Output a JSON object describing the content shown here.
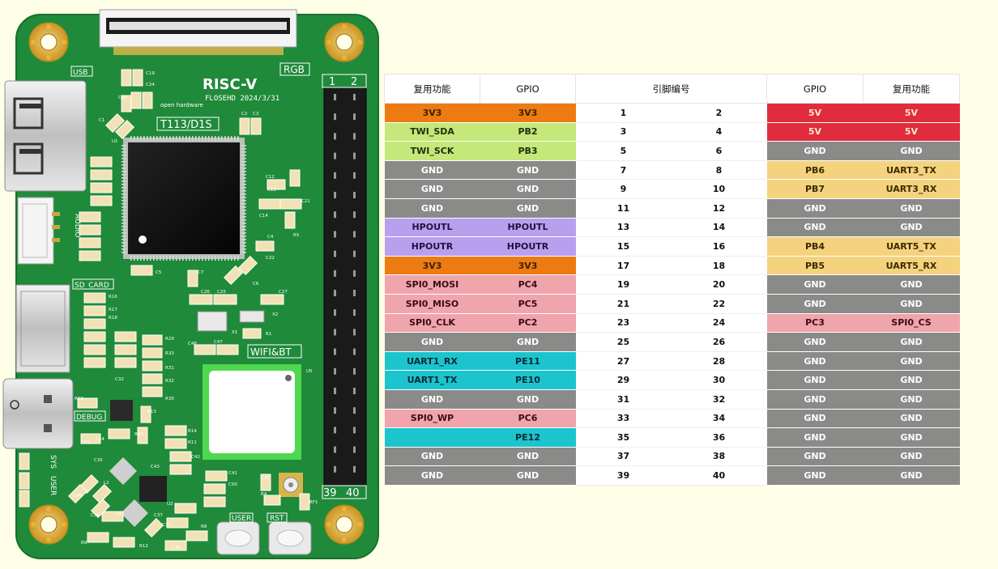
{
  "board": {
    "silkscreen": {
      "riscv_logo": "RISC-V",
      "date": "FLOSEHD 2024/3/31",
      "open_hardware": "open hardware",
      "chip": "T113/D1S",
      "rgb": "RGB",
      "usb": "USB",
      "audio": "AUDIO",
      "sd_card": "SD_CARD",
      "debug": "DEBUG",
      "sys": "SYS",
      "user_led": "USER",
      "wifi_bt": "WIFI&BT",
      "user_button": "USER",
      "rst_button": "RST",
      "header_top_left": "1",
      "header_top_right": "2",
      "header_bottom_left": "39",
      "header_bottom_right": "40",
      "refs": {
        "c19": "C19",
        "c24": "C24",
        "c23": "C23",
        "c2": "C2",
        "c3": "C3",
        "c1": "C1",
        "u1": "U1",
        "c12": "C12",
        "c13": "C13",
        "c21": "C21",
        "c14": "C14",
        "r5": "R5",
        "c4": "C4",
        "c22": "C22",
        "c5": "C5",
        "c7": "C7",
        "c6": "C6",
        "c26": "C26",
        "c25": "C25",
        "c27": "C27",
        "x1": "X1",
        "x2": "X2",
        "r1": "R1",
        "c48": "C48",
        "c47": "C47",
        "u5": "U5",
        "r16": "R16",
        "r17": "R17",
        "r18": "R18",
        "r29": "R29",
        "r33": "R33",
        "r31": "R31",
        "r32": "R32",
        "r30": "R30",
        "c32": "C32",
        "r19": "R19",
        "r13": "R13",
        "c31": "C31",
        "c44": "C44",
        "r10": "R10",
        "r14": "R14",
        "r11": "R11",
        "c42": "C42",
        "c43": "C43",
        "c41": "C41",
        "c50": "C50",
        "c20": "C20",
        "r4": "R4",
        "rf1": "RF1",
        "u2": "U2",
        "l2": "L2",
        "l1": "L1",
        "c38": "C38",
        "c37": "C37",
        "c33": "C33",
        "c36": "C36",
        "r8": "R8",
        "r9": "R9",
        "r12": "R12",
        "c34": "C34",
        "c35": "C35"
      }
    }
  },
  "pin_table": {
    "headers": {
      "func_left": "复用功能",
      "gpio_left": "GPIO",
      "pin_number": "引脚编号",
      "gpio_right": "GPIO",
      "func_right": "复用功能"
    },
    "colors": {
      "orange": "#ee7a12",
      "red": "#e12c40",
      "lime": "#c4e87a",
      "gray": "#8a8a89",
      "yellow": "#f5d37e",
      "purple": "#b9a0ee",
      "pink": "#f0a4ac",
      "cyan": "#1cc4ce"
    },
    "rows": [
      {
        "lf": "3V3",
        "lg": "3V3",
        "lc": "orange",
        "a": "1",
        "b": "2",
        "rg": "5V",
        "rf": "5V",
        "rc": "red"
      },
      {
        "lf": "TWI_SDA",
        "lg": "PB2",
        "lc": "lime",
        "a": "3",
        "b": "4",
        "rg": "5V",
        "rf": "5V",
        "rc": "red"
      },
      {
        "lf": "TWI_SCK",
        "lg": "PB3",
        "lc": "lime",
        "a": "5",
        "b": "6",
        "rg": "GND",
        "rf": "GND",
        "rc": "gray"
      },
      {
        "lf": "GND",
        "lg": "GND",
        "lc": "gray",
        "a": "7",
        "b": "8",
        "rg": "PB6",
        "rf": "UART3_TX",
        "rc": "yellow"
      },
      {
        "lf": "GND",
        "lg": "GND",
        "lc": "gray",
        "a": "9",
        "b": "10",
        "rg": "PB7",
        "rf": "UART3_RX",
        "rc": "yellow"
      },
      {
        "lf": "GND",
        "lg": "GND",
        "lc": "gray",
        "a": "11",
        "b": "12",
        "rg": "GND",
        "rf": "GND",
        "rc": "gray"
      },
      {
        "lf": "HPOUTL",
        "lg": "HPOUTL",
        "lc": "purple",
        "a": "13",
        "b": "14",
        "rg": "GND",
        "rf": "GND",
        "rc": "gray"
      },
      {
        "lf": "HPOUTR",
        "lg": "HPOUTR",
        "lc": "purple",
        "a": "15",
        "b": "16",
        "rg": "PB4",
        "rf": "UART5_TX",
        "rc": "yellow"
      },
      {
        "lf": "3V3",
        "lg": "3V3",
        "lc": "orange",
        "a": "17",
        "b": "18",
        "rg": "PB5",
        "rf": "UART5_RX",
        "rc": "yellow"
      },
      {
        "lf": "SPI0_MOSI",
        "lg": "PC4",
        "lc": "pink",
        "a": "19",
        "b": "20",
        "rg": "GND",
        "rf": "GND",
        "rc": "gray"
      },
      {
        "lf": "SPI0_MISO",
        "lg": "PC5",
        "lc": "pink",
        "a": "21",
        "b": "22",
        "rg": "GND",
        "rf": "GND",
        "rc": "gray"
      },
      {
        "lf": "SPI0_CLK",
        "lg": "PC2",
        "lc": "pink",
        "a": "23",
        "b": "24",
        "rg": "PC3",
        "rf": "SPI0_CS",
        "rc": "pink"
      },
      {
        "lf": "GND",
        "lg": "GND",
        "lc": "gray",
        "a": "25",
        "b": "26",
        "rg": "GND",
        "rf": "GND",
        "rc": "gray"
      },
      {
        "lf": "UART1_RX",
        "lg": "PE11",
        "lc": "cyan",
        "a": "27",
        "b": "28",
        "rg": "GND",
        "rf": "GND",
        "rc": "gray"
      },
      {
        "lf": "UART1_TX",
        "lg": "PE10",
        "lc": "cyan",
        "a": "29",
        "b": "30",
        "rg": "GND",
        "rf": "GND",
        "rc": "gray"
      },
      {
        "lf": "GND",
        "lg": "GND",
        "lc": "gray",
        "a": "31",
        "b": "32",
        "rg": "GND",
        "rf": "GND",
        "rc": "gray"
      },
      {
        "lf": "SPI0_WP",
        "lg": "PC6",
        "lc": "pink",
        "a": "33",
        "b": "34",
        "rg": "GND",
        "rf": "GND",
        "rc": "gray"
      },
      {
        "lf": "",
        "lg": "PE12",
        "lc": "cyan",
        "a": "35",
        "b": "36",
        "rg": "GND",
        "rf": "GND",
        "rc": "gray"
      },
      {
        "lf": "GND",
        "lg": "GND",
        "lc": "gray",
        "a": "37",
        "b": "38",
        "rg": "GND",
        "rf": "GND",
        "rc": "gray"
      },
      {
        "lf": "GND",
        "lg": "GND",
        "lc": "gray",
        "a": "39",
        "b": "40",
        "rg": "GND",
        "rf": "GND",
        "rc": "gray"
      }
    ]
  }
}
